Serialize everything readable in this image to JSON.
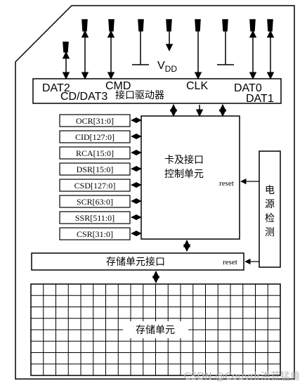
{
  "pins": {
    "dat2": "DAT2",
    "cd_dat3": "CD/DAT3",
    "cmd": "CMD",
    "vdd_v": "V",
    "vdd_sub": "DD",
    "clk": "CLK",
    "dat0": "DAT0",
    "dat1": "DAT1"
  },
  "interface_driver": "接口驱动器",
  "registers": [
    "OCR[31:0]",
    "CID[127:0]",
    "RCA[15:0]",
    "DSR[15:0]",
    "CSD[127:0]",
    "SCR[63:0]",
    "SSR[511:0]",
    "CSR[31:0]"
  ],
  "controller": {
    "line1": "卡及接口",
    "line2": "控制单元"
  },
  "reset_label_1": "reset",
  "reset_label_2": "reset",
  "power_detect": [
    "电",
    "源",
    "检",
    "测"
  ],
  "memory_interface": "存储单元接口",
  "memory_core": "存储单元",
  "watermark": "CSDN @Couvrir洪荒猛兽",
  "colors": {
    "line": "#000000",
    "background": "#ffffff",
    "watermark": "#b5b5b5"
  }
}
